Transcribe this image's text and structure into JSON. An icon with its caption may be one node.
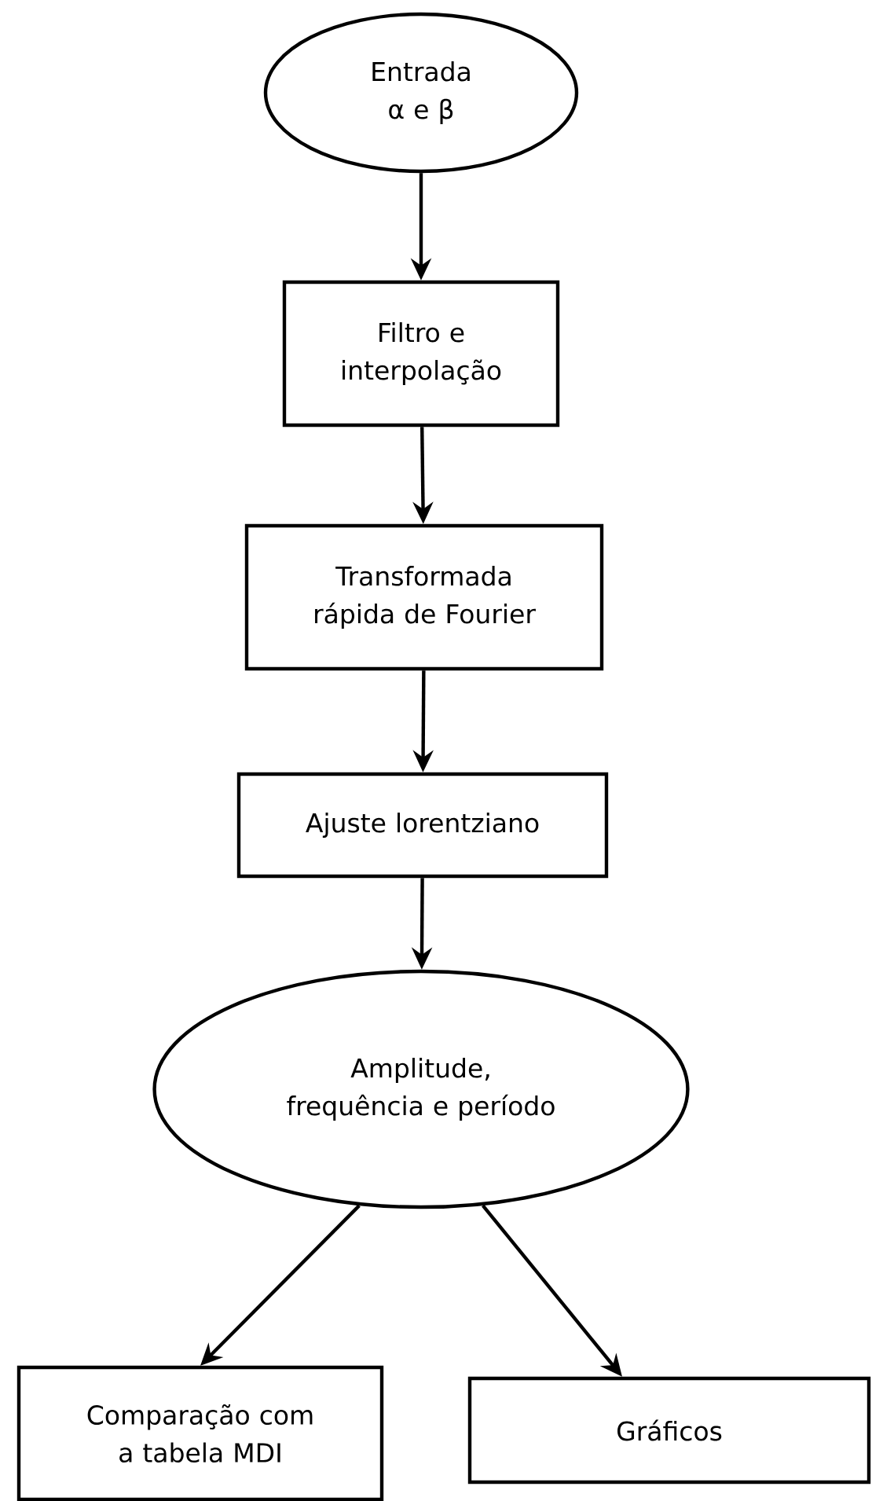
{
  "diagram": {
    "nodes": [
      {
        "text": [
          "Entrada α e β"
        ]
      },
      {
        "text": [
          "Filtro e interpolação"
        ]
      },
      {
        "text": [
          "Transformada rápida de Fourier"
        ]
      },
      {
        "text": [
          "Ajuste lorentziano"
        ]
      },
      {
        "text": [
          "Amplitude, frequência e período"
        ]
      },
      {
        "text": [
          "Comparação com a tabela MDI"
        ]
      },
      {
        "text": [
          "Gráficos"
        ]
      }
    ],
    "edges": [
      {
        "from": 0,
        "to": 1,
        "arrow": "to"
      },
      {
        "from": 1,
        "to": 2,
        "arrow": "to"
      },
      {
        "from": 2,
        "to": 3,
        "arrow": "to"
      },
      {
        "from": 3,
        "to": 4,
        "arrow": "to"
      },
      {
        "from": 4,
        "to": 5,
        "arrow": "to"
      },
      {
        "from": 4,
        "to": 6,
        "arrow": "to"
      }
    ]
  }
}
